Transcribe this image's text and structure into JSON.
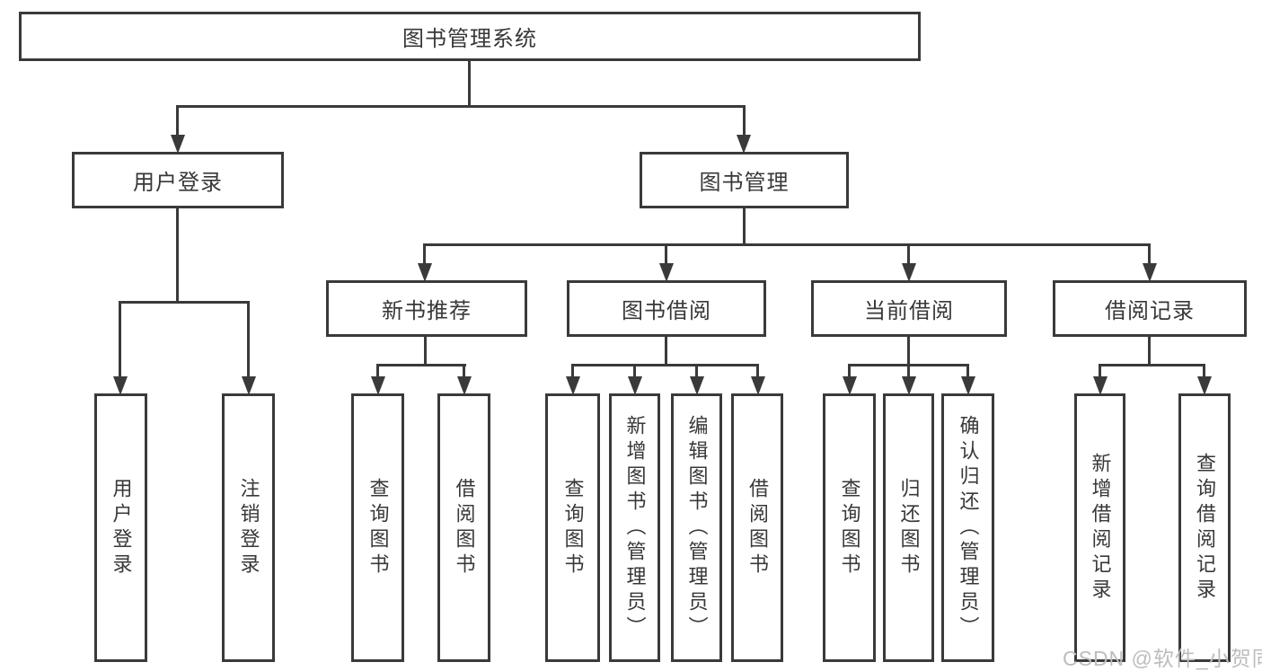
{
  "diagram_type": "hierarchy-tree",
  "colors": {
    "line": "#3a3a3a",
    "text": "#383838",
    "background": "#ffffff",
    "watermark": "#bdbdbd"
  },
  "tree": {
    "root": {
      "label": "图书管理系统",
      "children": [
        {
          "label": "用户登录",
          "children": [
            {
              "label": "用户登录"
            },
            {
              "label": "注销登录"
            }
          ]
        },
        {
          "label": "图书管理",
          "children": [
            {
              "label": "新书推荐",
              "children": [
                {
                  "label": "查询图书"
                },
                {
                  "label": "借阅图书"
                }
              ]
            },
            {
              "label": "图书借阅",
              "children": [
                {
                  "label": "查询图书"
                },
                {
                  "label": "新增图书（管理员）"
                },
                {
                  "label": "编辑图书（管理员）"
                },
                {
                  "label": "借阅图书"
                }
              ]
            },
            {
              "label": "当前借阅",
              "children": [
                {
                  "label": "查询图书"
                },
                {
                  "label": "归还图书"
                },
                {
                  "label": "确认归还（管理员）"
                }
              ]
            },
            {
              "label": "借阅记录",
              "children": [
                {
                  "label": "新增借阅记录"
                },
                {
                  "label": "查询借阅记录"
                }
              ]
            }
          ]
        }
      ]
    }
  },
  "watermark": "CSDN @软件_小贺同学"
}
